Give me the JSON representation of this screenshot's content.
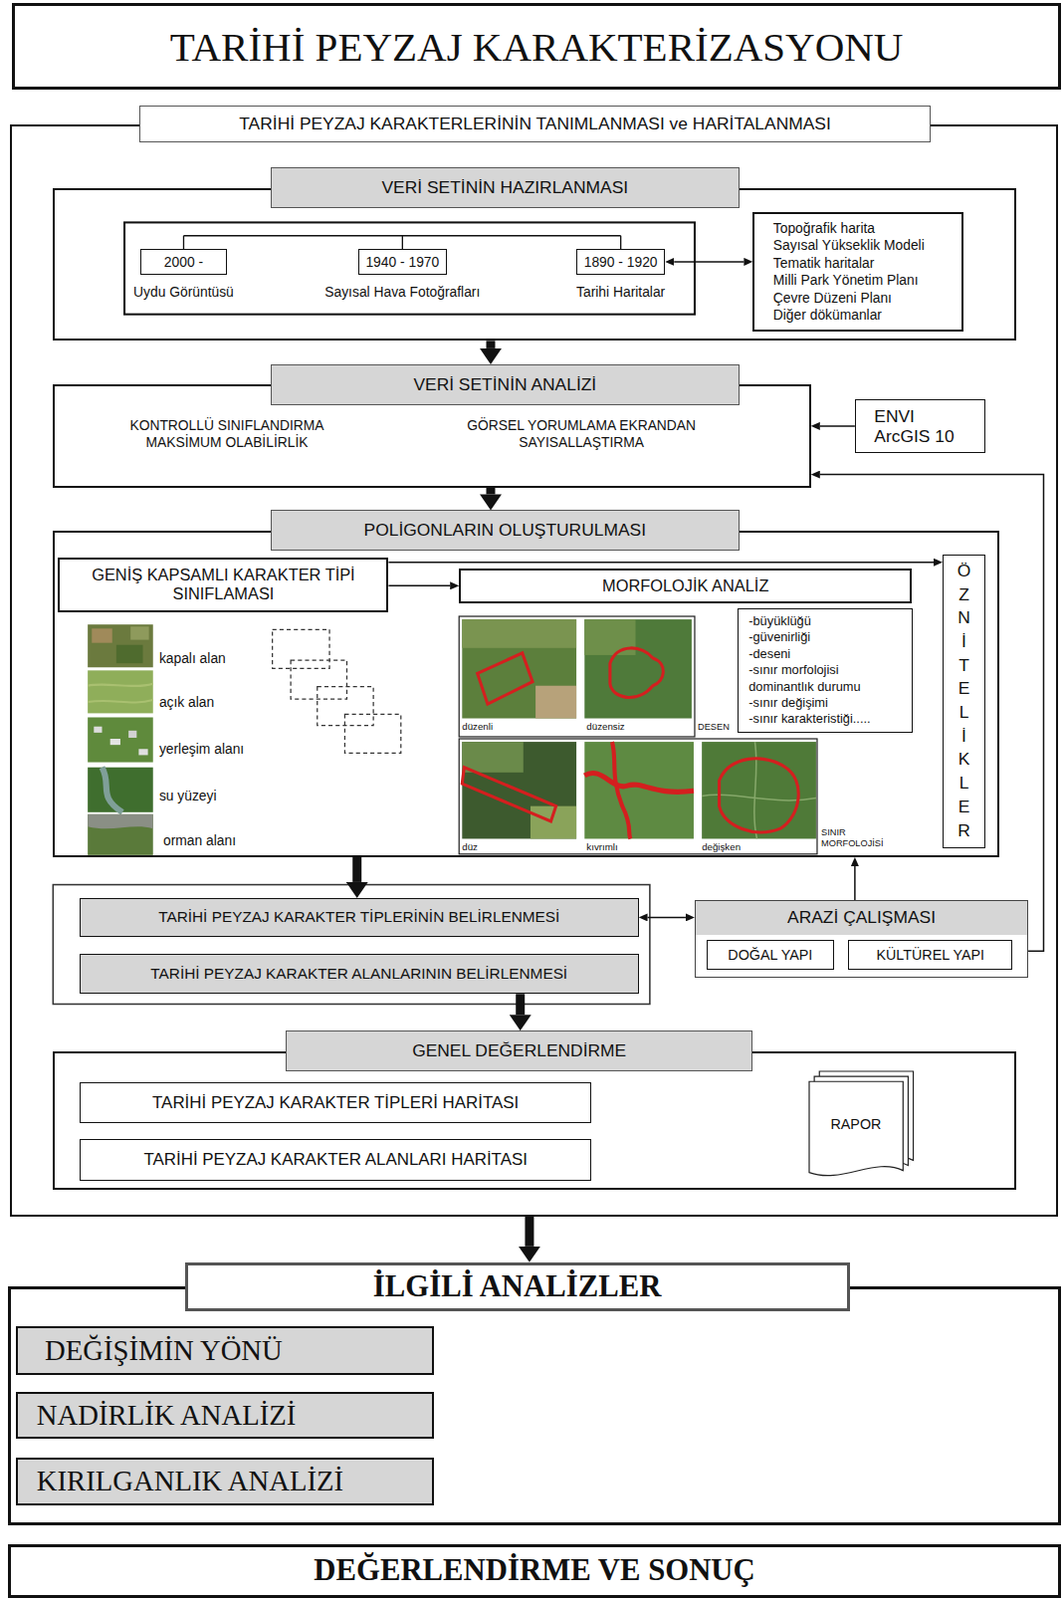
{
  "diagram": {
    "title": "TARİHİ PEYZAJ KARAKTERİZASYONU",
    "nodes": [
      {
        "text": [
          "TARİHİ PEYZAJ KARAKTERLERİNİN TANIMLANMASI ve HARİTALANMASI"
        ]
      },
      {
        "text": [
          "VERİ SETİNİN HAZIRLANMASI"
        ],
        "in": 0
      },
      {
        "text": [
          "2000 -",
          "Uydu Görüntüsü"
        ],
        "in": 1
      },
      {
        "text": [
          "1940 - 1970",
          "Sayısal Hava Fotoğrafları"
        ],
        "in": 1
      },
      {
        "text": [
          "1890 - 1920",
          "Tarihi Haritalar"
        ],
        "in": 1
      },
      {
        "text": [
          "Topoğrafik harita",
          "Sayısal Yükseklik Modeli",
          "Tematik haritalar",
          "Milli Park Yönetim Planı",
          "Çevre Düzeni Planı",
          "Diğer dökümanlar"
        ],
        "in": 1
      },
      {
        "text": [
          "VERİ SETİNİN ANALİZİ",
          "KONTROLLÜ SINIFLANDIRMA MAKSİMUM OLABİLİRLİK",
          "GÖRSEL YORUMLAMA EKRANDAN SAYISALLAŞTIRMA"
        ],
        "in": 0
      },
      {
        "text": [
          "ENVI ArcGIS 10"
        ],
        "in": 0
      },
      {
        "text": [
          "POLİGONLARIN OLUŞTURULMASI"
        ],
        "in": 0
      },
      {
        "text": [
          "GENİŞ KAPSAMLI KARAKTER TİPİ SINIFLAMASI"
        ],
        "in": 8
      },
      {
        "text": [
          "MORFOLOJİK ANALİZ"
        ],
        "in": 8
      },
      {
        "text": [
          "-büyüklüğü",
          "-güvenirliği",
          "-deseni",
          "-sınır morfolojisi",
          "dominantlık durumu",
          "-sınır değişimi",
          "-sınır karakteristiği....."
        ],
        "in": 8
      },
      {
        "text": [
          "ÖZNİTELİKLER"
        ],
        "in": 8
      },
      {
        "text": [
          "TARİHİ PEYZAJ KARAKTER TİPLERİNİN BELİRLENMESİ"
        ],
        "in": 0
      },
      {
        "text": [
          "TARİHİ PEYZAJ KARAKTER ALANLARININ BELİRLENMESİ"
        ],
        "in": 0
      },
      {
        "text": [
          "ARAZİ ÇALIŞMASI"
        ],
        "in": 0
      },
      {
        "text": [
          "DOĞAL YAPI"
        ],
        "in": 15
      },
      {
        "text": [
          "KÜLTÜREL YAPI"
        ],
        "in": 15
      },
      {
        "text": [
          "GENEL DEĞERLENDİRME"
        ],
        "in": 0
      },
      {
        "text": [
          "TARİHİ PEYZAJ KARAKTER TİPLERİ HARİTASI"
        ],
        "in": 18
      },
      {
        "text": [
          "TARİHİ PEYZAJ KARAKTER ALANLARI HARİTASI"
        ],
        "in": 18
      },
      {
        "text": [
          "RAPOR"
        ],
        "in": 18
      },
      {
        "text": [
          "İLGİLİ ANALİZLER"
        ]
      },
      {
        "text": [
          "DEĞİŞİMİN YÖNÜ"
        ],
        "in": 22
      },
      {
        "text": [
          "NADİRLİK ANALİZİ"
        ],
        "in": 22
      },
      {
        "text": [
          "KIRILGANLIK ANALİZİ"
        ],
        "in": 22
      },
      {
        "text": [
          "DEĞERLENDİRME VE SONUÇ"
        ]
      }
    ],
    "edges": [
      {
        "from": 4,
        "to": 5,
        "arrow": "both"
      },
      {
        "from": 1,
        "to": 6,
        "arrow": "to"
      },
      {
        "from": 7,
        "to": 6,
        "arrow": "to"
      },
      {
        "from": 6,
        "to": 8,
        "arrow": "to"
      },
      {
        "from": 9,
        "to": 10,
        "arrow": "to"
      },
      {
        "from": 9,
        "to": 12,
        "arrow": "to"
      },
      {
        "from": 8,
        "to": 13,
        "arrow": "to"
      },
      {
        "from": 13,
        "to": 15,
        "arrow": "both"
      },
      {
        "from": 15,
        "to": 8,
        "arrow": "to"
      },
      {
        "from": 15,
        "to": 6,
        "arrow": "to"
      },
      {
        "from": 14,
        "to": 18,
        "arrow": "to"
      },
      {
        "from": 0,
        "to": 22,
        "arrow": "to"
      }
    ],
    "labels": [
      "kapalı alan",
      "açık alan",
      "yerleşim alanı",
      "su yüzeyi",
      "orman alanı",
      "düzenli",
      "düzensiz",
      "DESEN",
      "düz",
      "kıvrımlı",
      "değişken",
      "SINIR MORFOLOJİSİ"
    ]
  }
}
